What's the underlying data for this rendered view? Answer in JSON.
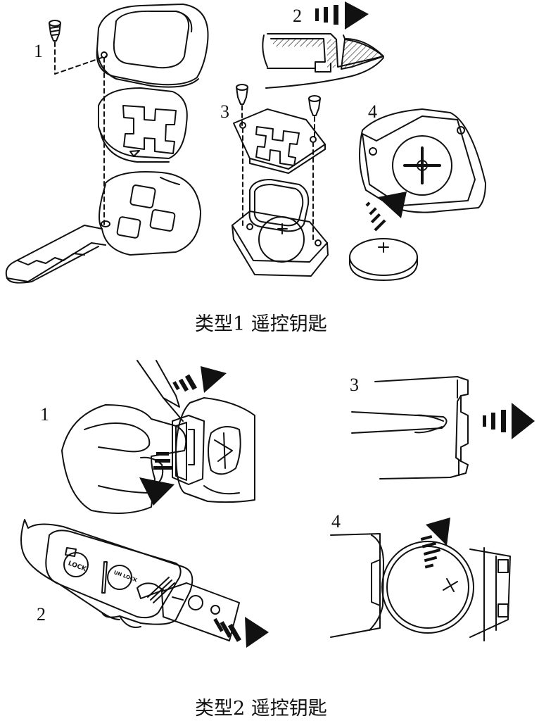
{
  "type1": {
    "caption": "类型1 遥控钥匙",
    "steps": [
      "1",
      "2",
      "3",
      "4"
    ]
  },
  "type2": {
    "caption": "类型2 遥控钥匙",
    "steps": [
      "1",
      "2",
      "3",
      "4"
    ],
    "button_labels": {
      "lock": "LOCK",
      "unlock": "UN LOCK"
    }
  },
  "colors": {
    "line": "#111111",
    "background": "#ffffff",
    "arrow": "#111111"
  }
}
